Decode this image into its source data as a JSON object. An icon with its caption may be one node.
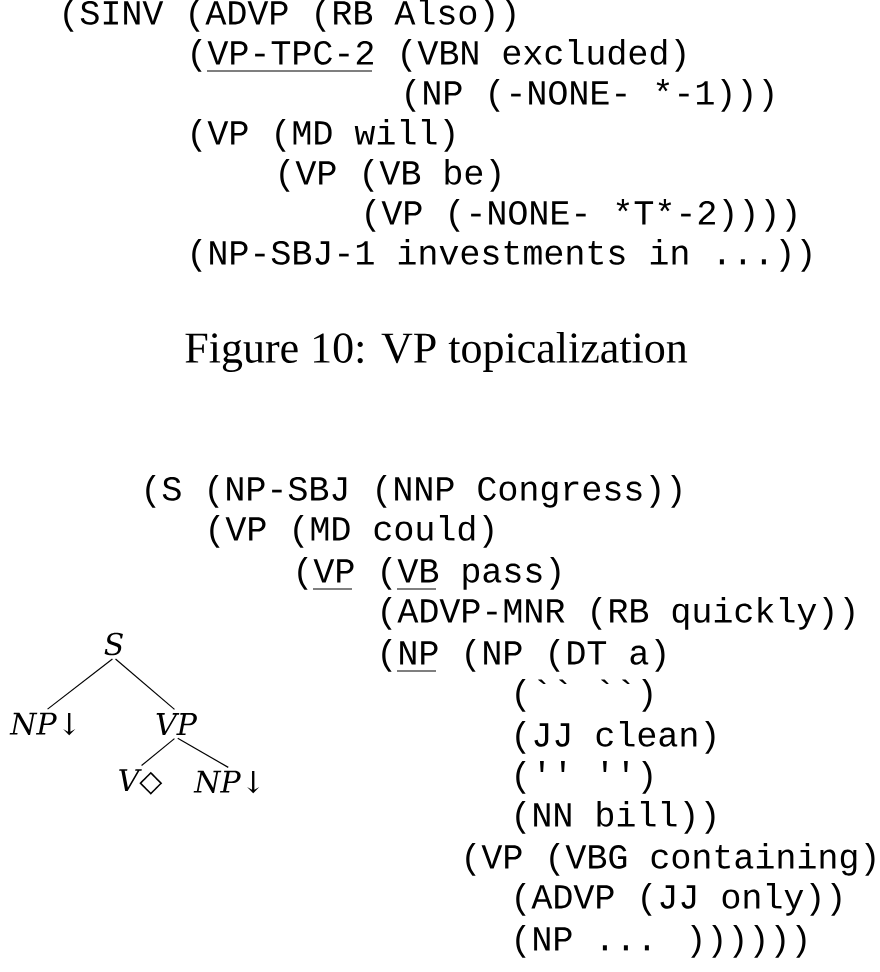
{
  "diagram": {
    "caption": "Figure 10: VP topicalization",
    "nodes": [
      {
        "text": [
          "S"
        ]
      },
      {
        "text": [
          "NP↓"
        ]
      },
      {
        "text": [
          "VP"
        ]
      },
      {
        "text": [
          "V◇"
        ]
      },
      {
        "text": [
          "NP↓"
        ]
      }
    ],
    "edges": [
      {
        "from": 0,
        "to": 1,
        "arrow": "none"
      },
      {
        "from": 0,
        "to": 2,
        "arrow": "none"
      },
      {
        "from": 2,
        "to": 3,
        "arrow": "none"
      },
      {
        "from": 2,
        "to": 4,
        "arrow": "none"
      }
    ],
    "labels": [
      "(SINV (ADVP (RB Also))",
      "(VP-TPC-2 (VBN excluded)",
      "(NP (-NONE- *-1)))",
      "(VP (MD will)",
      "(VP (VB be)",
      "(VP (-NONE- *T*-2))))",
      "(NP-SBJ-1 investments in ...))",
      "(S (NP-SBJ (NNP Congress))",
      "(VP (MD could)",
      "(VP (VB pass)",
      "(ADVP-MNR (RB quickly))",
      "(NP (NP (DT a)",
      "(`` ``)",
      "(JJ clean)",
      "('' '')",
      "(NN bill))",
      "(VP (VBG containing)",
      "(ADVP (JJ only))",
      "(NP ... ))))))"
    ]
  }
}
